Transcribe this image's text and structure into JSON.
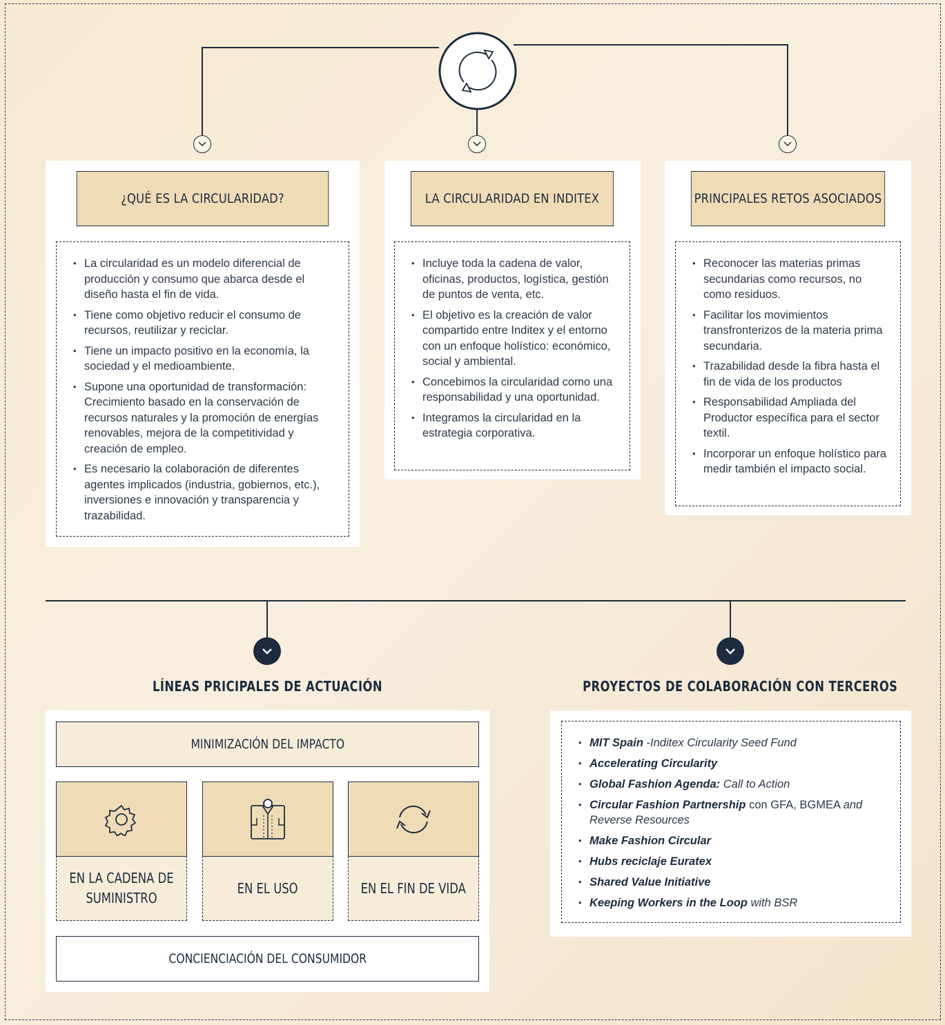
{
  "top_icon": "circular-arrows-icon",
  "columns": [
    {
      "title": "¿QUÉ ES LA CIRCULARIDAD?",
      "items": [
        "La circularidad es un modelo diferencial de producción y consumo que abarca desde el diseño hasta el fin de vida.",
        "Tiene como objetivo reducir el consumo de recursos, reutilizar y reciclar.",
        "Tiene un impacto positivo en la economía, la sociedad y el medioambiente.",
        "Supone una oportunidad de transformación: Crecimiento basado en la conservación de recursos naturales y la promoción de energías renovables, mejora de la competitividad y creación de empleo.",
        "Es necesario la colaboración de diferentes agentes implicados (industria, gobiernos, etc.), inversiones e innovación y transparencia y trazabilidad."
      ]
    },
    {
      "title": "LA CIRCULARIDAD EN INDITEX",
      "items": [
        "Incluye toda la cadena de valor, oficinas, productos, logística, gestión de puntos de venta, etc.",
        "El objetivo es la creación de valor compartido entre Inditex y el entorno con un enfoque holístico: económico, social y ambiental.",
        "Concebimos la circularidad como una responsabilidad y una oportunidad.",
        "Integramos la circularidad en la estrategia corporativa."
      ]
    },
    {
      "title": "PRINCIPALES RETOS ASOCIADOS",
      "items": [
        "Reconocer las materias primas secundarias como recursos, no como residuos.",
        "Facilitar los movimientos transfronterizos de la materia prima secundaria.",
        "Trazabilidad desde la fibra hasta el fin de vida de los productos",
        "Responsabilidad Ampliada del Productor específica para el sector textil.",
        "Incorporar un enfoque holístico para medir también el impacto social."
      ]
    }
  ],
  "lineas": {
    "title": "LÍNEAS PRICIPALES DE ACTUACIÓN",
    "top_bar": "MINIMIZACIÓN DEL IMPACTO",
    "cards": [
      {
        "icon": "gear-icon",
        "label": "EN LA CADENA DE SUMINISTRO"
      },
      {
        "icon": "shirt-icon",
        "label": "EN EL USO"
      },
      {
        "icon": "recycle-arrows-icon",
        "label": "EN EL FIN DE VIDA"
      }
    ],
    "bottom_bar": "CONCIENCIACIÓN DEL CONSUMIDOR"
  },
  "proyectos": {
    "title": "PROYECTOS DE COLABORACIÓN CON TERCEROS",
    "items": [
      {
        "bold": "MIT Spain",
        "rest": " -Inditex Circularity Seed Fund"
      },
      {
        "bold": "Accelerating Circularity",
        "rest": ""
      },
      {
        "bold": "Global Fashion Agenda:",
        "rest": " Call to Action"
      },
      {
        "bold": "Circular Fashion Partnership",
        "rest_plain": " con GFA, BGMEA ",
        "rest": "and Reverse Resources"
      },
      {
        "bold": "Make Fashion Circular",
        "rest": ""
      },
      {
        "bold": "Hubs reciclaje Euratex",
        "rest": ""
      },
      {
        "bold": "Shared Value Initiative",
        "rest": ""
      },
      {
        "bold": "Keeping Workers in the Loop",
        "rest": " with BSR"
      }
    ]
  }
}
